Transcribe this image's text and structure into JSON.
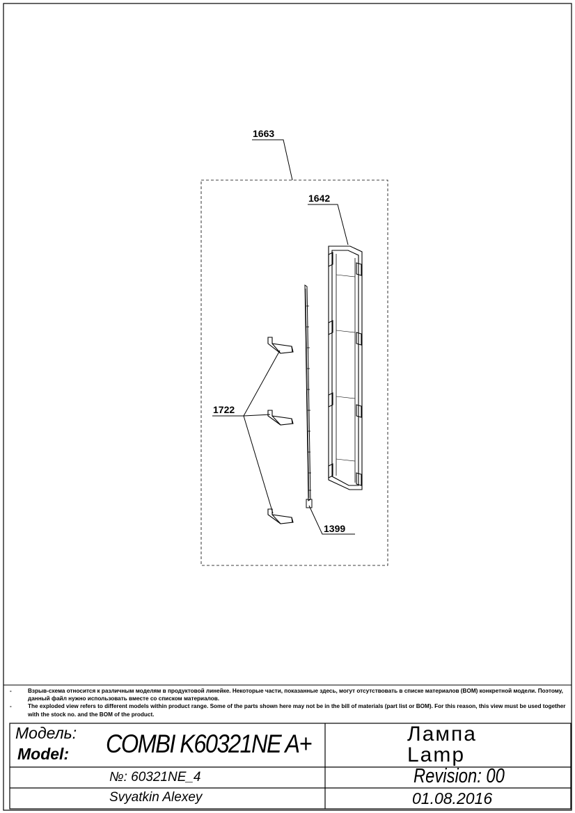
{
  "parts": [
    {
      "number": "1663"
    },
    {
      "number": "1642"
    },
    {
      "number": "1722"
    },
    {
      "number": "1399"
    }
  ],
  "notes": [
    "-",
    "Взрыв-схема относится к различным моделям в продуктовой линейке.  Некоторые части, показанные здесь, могут отсутствовать в списке материалов (BOM) конкретной модели. Поэтому, данный файл нужно использовать вместе со списком материалов.",
    "-",
    "The exploded view refers to different models within product range. Some of the parts  shown here may not be in the bill of materials (part list or BOM). For this reason, this view must be used together with the stock no. and the BOM of the product."
  ],
  "title_block": {
    "label_ru": "Модель:",
    "label_en": "Model:",
    "model": "COMBI K60321NE A+",
    "part_ru": "Лампа",
    "part_en": "Lamp",
    "number": "№: 60321NE_4",
    "revision": "Revision: 00",
    "author": "Svyatkin Alexey",
    "date": "01.08.2016"
  }
}
